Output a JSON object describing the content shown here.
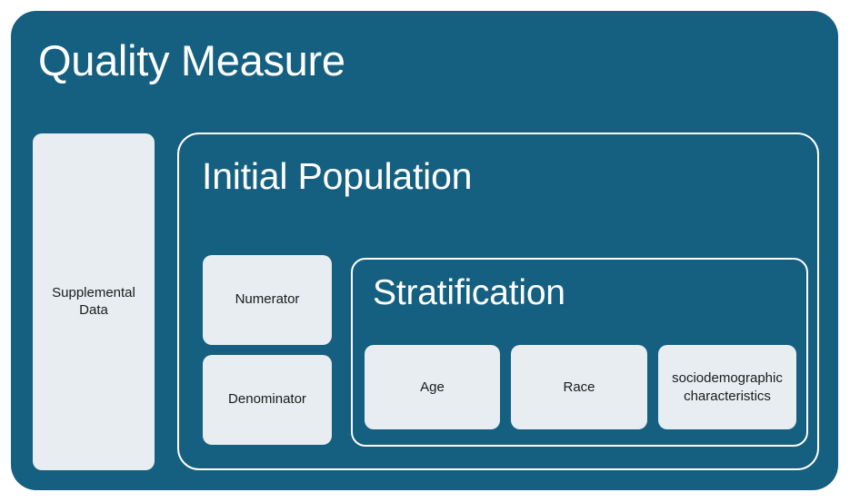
{
  "diagram": {
    "type": "nested-container-diagram",
    "colors": {
      "container_fill": "#155f80",
      "card_fill": "#e7edf1",
      "border": "#ffffff",
      "title_text": "#ffffff",
      "card_text": "#1b1b1b",
      "page_background": "#ffffff"
    },
    "quality_measure": {
      "title": "Quality Measure",
      "supplemental_data": {
        "label": "Supplemental Data"
      },
      "initial_population": {
        "title": "Initial Population",
        "components": [
          {
            "label": "Numerator"
          },
          {
            "label": "Denominator"
          }
        ],
        "stratification": {
          "title": "Stratification",
          "categories": [
            {
              "label": "Age"
            },
            {
              "label": "Race"
            },
            {
              "label": "sociodemographic characteristics"
            }
          ]
        }
      }
    }
  }
}
